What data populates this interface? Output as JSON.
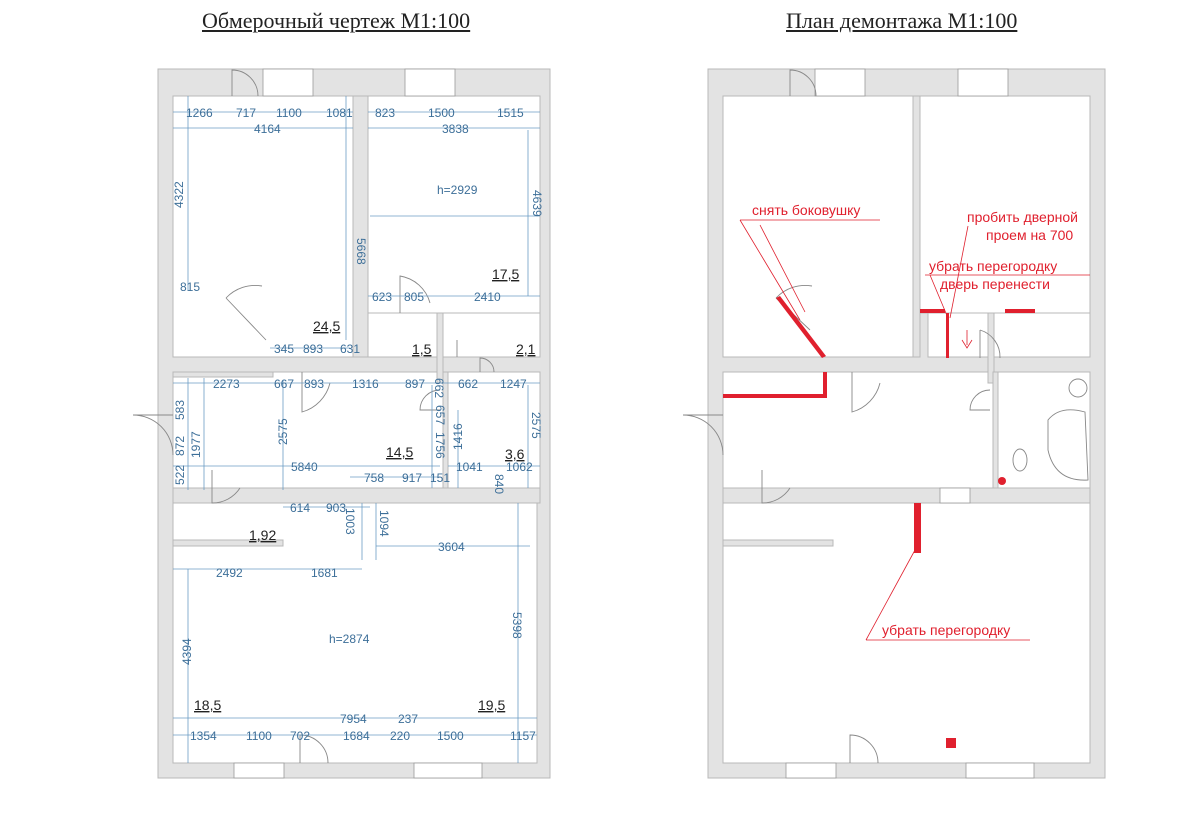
{
  "titles": {
    "left": "Обмерочный чертеж М1:100",
    "right": "План демонтажа М1:100"
  },
  "areas": [
    "24,5",
    "17,5",
    "1,5",
    "2,1",
    "14,5",
    "3,6",
    "1,92",
    "18,5",
    "19,5"
  ],
  "heights": [
    "h=2929",
    "h=2874"
  ],
  "dimensions": [
    "1266",
    "717",
    "1100",
    "1081",
    "823",
    "1500",
    "1515",
    "4164",
    "3838",
    "4322",
    "5668",
    "4639",
    "815",
    "623",
    "805",
    "2410",
    "345",
    "893",
    "631",
    "2273",
    "667",
    "893",
    "1316",
    "897",
    "662",
    "1247",
    "662",
    "583",
    "872",
    "1977",
    "522",
    "2575",
    "657",
    "1756",
    "1416",
    "2575",
    "5840",
    "758",
    "917",
    "151",
    "1041",
    "1062",
    "840",
    "614",
    "903",
    "1003",
    "1094",
    "3604",
    "2492",
    "1681",
    "4394",
    "5398",
    "7954",
    "237",
    "1354",
    "1100",
    "702",
    "1684",
    "220",
    "1500",
    "1157"
  ],
  "annotations": [
    "снять боковушку",
    "пробить дверной",
    "проем на 700",
    "убрать перегородку",
    "дверь перенести",
    "убрать перегородку"
  ]
}
